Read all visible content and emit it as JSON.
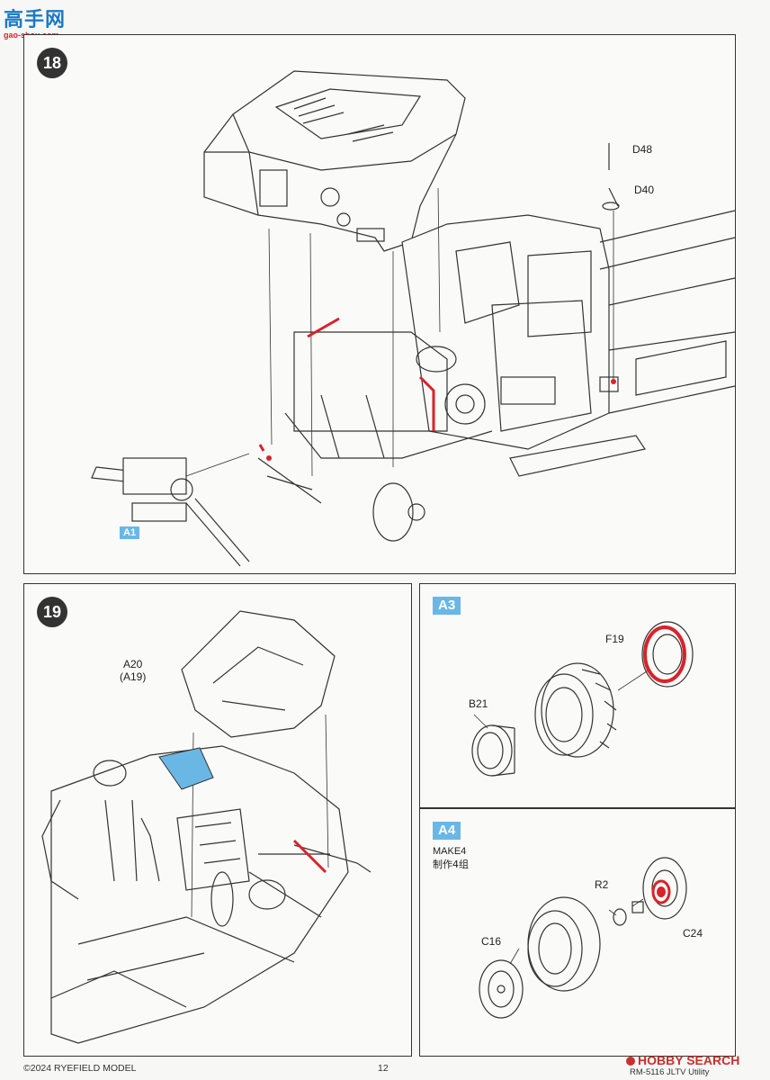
{
  "watermark": {
    "brand_chars": "高手网",
    "site": "gao-shou.com"
  },
  "step18": {
    "number": "18",
    "labels": {
      "d48": "D48",
      "d40": "D40",
      "a1": "A1"
    }
  },
  "step19": {
    "number": "19",
    "labels": {
      "a20": "A20",
      "a19": "(A19)"
    }
  },
  "a3": {
    "tag": "A3",
    "labels": {
      "f19": "F19",
      "b21": "B21"
    }
  },
  "a4": {
    "tag": "A4",
    "make": "MAKE4",
    "make_cn": "制作4组",
    "labels": {
      "r2": "R2",
      "c16": "C16",
      "c24": "C24"
    }
  },
  "footer": {
    "copyright": "©2024 RYEFIELD MODEL",
    "page": "12",
    "product": "RM-5116 JLTV Utility",
    "hobbysearch": "HOBBY SEARCH"
  },
  "colors": {
    "accent_red": "#d8232a",
    "accent_blue": "#6ab7e6",
    "line": "#333333"
  }
}
